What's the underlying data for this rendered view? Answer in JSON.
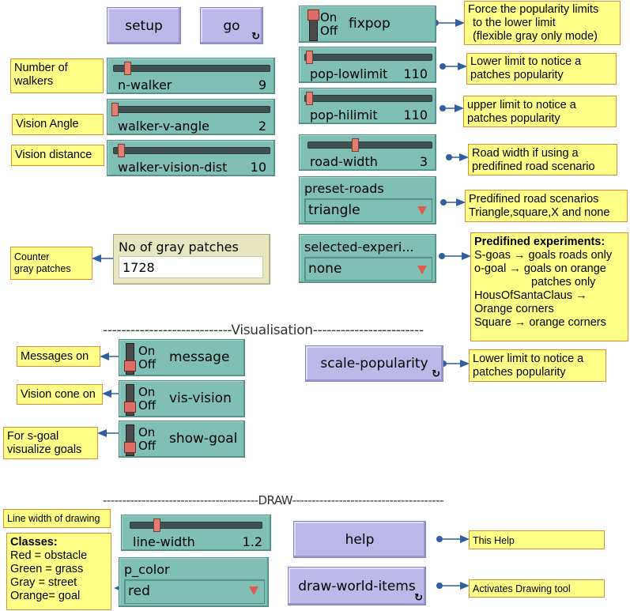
{
  "buttons": {
    "setup": "setup",
    "go": "go",
    "scale_popularity": "scale-popularity",
    "help": "help",
    "draw_world_items": "draw-world-items"
  },
  "switches": {
    "fixpop": {
      "label": "fixpop",
      "on": "On",
      "off": "Off"
    },
    "message": {
      "label": "message",
      "on": "On",
      "off": "Off"
    },
    "vis_vision": {
      "label": "vis-vision",
      "on": "On",
      "off": "Off"
    },
    "show_goal": {
      "label": "show-goal",
      "on": "On",
      "off": "Off"
    }
  },
  "sliders": {
    "n_walker": {
      "name": "n-walker",
      "value": "9"
    },
    "walker_v_angle": {
      "name": "walker-v-angle",
      "value": "2"
    },
    "walker_vision_dist": {
      "name": "walker-vision-dist",
      "value": "10"
    },
    "pop_lowlimit": {
      "name": "pop-lowlimit",
      "value": "110"
    },
    "pop_hilimit": {
      "name": "pop-hilimit",
      "value": "110"
    },
    "road_width": {
      "name": "road-width",
      "value": "3"
    },
    "line_width": {
      "name": "line-width",
      "value": "1.2"
    }
  },
  "choosers": {
    "preset_roads": {
      "title": "preset-roads",
      "value": "triangle"
    },
    "selected_experiment": {
      "title": "selected-experi...",
      "value": "none"
    },
    "p_color": {
      "title": "p_color",
      "value": "red"
    }
  },
  "monitor": {
    "title": "No of gray patches",
    "value": "1728"
  },
  "dividers": {
    "visualisation": "----------------------------Visualisation------------------------",
    "draw": "----------------------------------------DRAW---------------------------------------"
  },
  "notes": {
    "walkers": [
      "Number of",
      "walkers"
    ],
    "vision_angle": "Vision Angle",
    "vision_distance": "Vision distance",
    "counter": [
      "Counter",
      "gray patches"
    ],
    "messages_on": "Messages on",
    "vision_cone_on": "Vision cone on",
    "s_goal": [
      "For s-goal",
      "visualize goals"
    ],
    "line_width": "Line width of drawing",
    "classes": {
      "title": "Classes:",
      "lines": [
        "Red = obstacle",
        "Green = grass",
        "Gray = street",
        "Orange= goal"
      ]
    },
    "fixpop": [
      "Force the popularity limits",
      "to the lower limit",
      "(flexible gray only mode)"
    ],
    "lowlimit": [
      "Lower limit to notice a",
      "patches popularity"
    ],
    "hilimit": [
      "upper limit to notice a",
      "patches popularity"
    ],
    "road_width": [
      "Road width if using a",
      "predifined road scenario"
    ],
    "preset_roads": [
      "Predifined road scenarios",
      "Triangle,square,X and none"
    ],
    "experiments": {
      "title": "Predifined experiments:",
      "lines": [
        "S-goas → goals roads only",
        "o-goal → goals on orange",
        "patches only",
        "HousOfSantaClaus →",
        "Orange  corners",
        "Square →  orange corners"
      ]
    },
    "scale": [
      "Lower limit to notice a",
      "patches popularity"
    ],
    "help": "This Help",
    "draw": "Activates Drawing tool"
  },
  "colors": {
    "button": "#bcb9e8",
    "widget": "#7fbfb4",
    "monitor": "#e6e6c0",
    "note": "#ffff88",
    "note_border": "#e08a3c",
    "arrow": "#2f5fa0"
  }
}
